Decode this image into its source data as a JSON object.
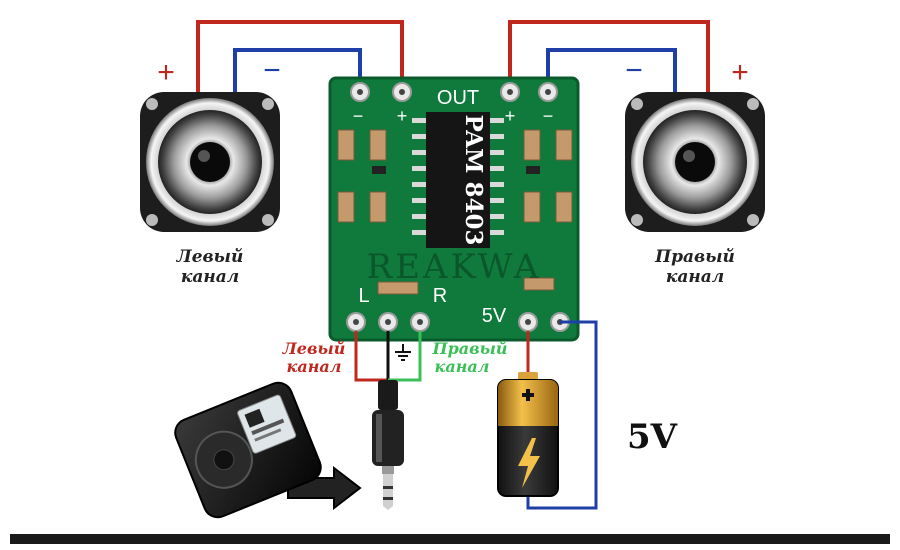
{
  "chip": {
    "label": "PAM 8403"
  },
  "board": {
    "out_label": "OUT",
    "l_label": "L",
    "r_label": "R",
    "v5_label": "5V",
    "plus": "+",
    "minus": "−",
    "watermark": "REAKWA"
  },
  "speakers": {
    "left": {
      "line1": "Левый",
      "line2": "канал",
      "plus": "+",
      "minus": "−"
    },
    "right": {
      "line1": "Правый",
      "line2": "канал",
      "plus": "+",
      "minus": "−"
    }
  },
  "inputs": {
    "left": {
      "line1": "Левый",
      "line2": "канал"
    },
    "right": {
      "line1": "Правый",
      "line2": "канал"
    }
  },
  "power": {
    "label": "5V"
  },
  "colors": {
    "wire_red": "#c0281e",
    "wire_blue": "#1f3fa8",
    "wire_green": "#3bbf57",
    "pcb": "#0f7a3c",
    "label_red": "#c0281e",
    "label_green": "#3bbf57"
  },
  "icons": [
    "speaker-icon",
    "mp3-player-icon",
    "audio-jack-icon",
    "battery-icon",
    "arrow-icon",
    "ground-icon"
  ]
}
